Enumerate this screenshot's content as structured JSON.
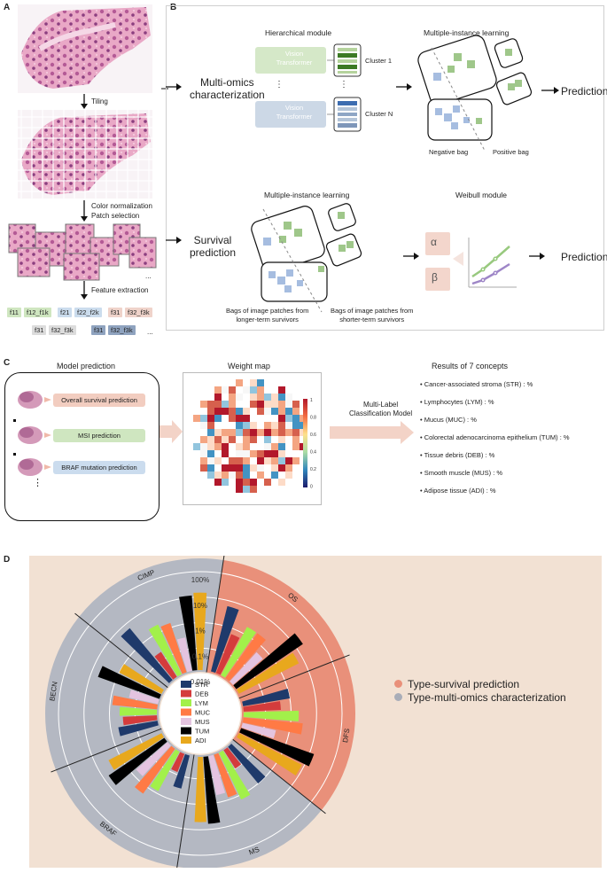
{
  "panels": {
    "a": "A",
    "b": "B",
    "c": "C",
    "d": "D"
  },
  "panel_a": {
    "tiling": "Tiling",
    "color_norm": "Color normalization",
    "patch_sel": "Patch selection",
    "feature_ext": "Feature extraction",
    "ellipsis": "...",
    "features_row1": [
      "f11",
      "f12_f1k",
      "f21",
      "f22_f2k",
      "f31",
      "f32_f3k"
    ],
    "features_row2": [
      "f31",
      "f32_f3k",
      "f31",
      "f32_f3k",
      "..."
    ]
  },
  "panel_b": {
    "multi_omics": "Multi-omics\ncharacterization",
    "survival": "Survival\nprediction",
    "hier_title": "Hierarchical module",
    "mil_title_top": "Multiple-instance learning",
    "vt1": "Vision\nTransformer",
    "vt2": "Vision\nTransformer",
    "cluster1": "Cluster 1",
    "clusterN": "Cluster N",
    "dots": "⋮",
    "neg_bag": "Negative bag",
    "pos_bag": "Positive bag",
    "prediction_top": "Prediction",
    "mil_title_bottom": "Multiple-instance learning",
    "weibull_title": "Weibull module",
    "alpha": "α",
    "beta": "β",
    "prediction_bottom": "Prediction",
    "bags_long": "Bags of image patches from\nlonger-term survivors",
    "bags_short": "Bags of image patches from\nshorter-term survivors"
  },
  "panel_c": {
    "model_pred": "Model prediction",
    "weight_map": "Weight map",
    "box_os": "Overall survival prediction",
    "box_msi": "MSI prediction",
    "box_braf": "BRAF mutation prediction",
    "dots": "⋮",
    "colorbar_ticks": [
      "1",
      "0.8",
      "0.6",
      "0.4",
      "0.2",
      "0"
    ],
    "classifier": "Multi-Label\nClassification Model",
    "results_title": "Results of 7 concepts",
    "concepts": [
      "Cancer-associated stroma (STR) : %",
      "Lymphocytes (LYM) : %",
      "Mucus (MUC) : %",
      "Colorectal adenocarcinoma epithelium (TUM) : %",
      "Tissue debris (DEB) : %",
      "Smooth muscle (MUS) : %",
      "Adipose tissue (ADI) : %"
    ]
  },
  "panel_d": {
    "radial_ticks": [
      "100%",
      "10%",
      "1%",
      "0.1%",
      "0.01%"
    ],
    "series": [
      {
        "name": "STR",
        "color": "#1f3a6b"
      },
      {
        "name": "DEB",
        "color": "#d43c3c"
      },
      {
        "name": "LYM",
        "color": "#a2f04a"
      },
      {
        "name": "MUC",
        "color": "#ff7a45"
      },
      {
        "name": "MUS",
        "color": "#e4c4e0"
      },
      {
        "name": "TUM",
        "color": "#000000"
      },
      {
        "name": "ADI",
        "color": "#e8a81d"
      }
    ],
    "groups": [
      {
        "label": "OS",
        "type": "survival"
      },
      {
        "label": "DFS",
        "type": "survival"
      },
      {
        "label": "MS",
        "type": "omics"
      },
      {
        "label": "BRAF",
        "type": "omics"
      },
      {
        "label": "BECN",
        "type": "omics"
      },
      {
        "label": "CIMP",
        "type": "omics"
      }
    ],
    "legend": [
      {
        "label": "Type-survival prediction",
        "color": "#e9907a"
      },
      {
        "label": "Type-multi-omics characterization",
        "color": "#a9adb8"
      }
    ]
  },
  "chart_data": {
    "type": "bar",
    "title": "",
    "scale": "log",
    "ylim_labels": [
      "0.01%",
      "100%"
    ],
    "categories": [
      "OS",
      "DFS",
      "MS",
      "BRAF",
      "BECN",
      "CIMP"
    ],
    "series": [
      {
        "name": "STR",
        "values": [
          6,
          1,
          1,
          0.3,
          0.5,
          6
        ]
      },
      {
        "name": "DEB",
        "values": [
          0.6,
          0.4,
          0.1,
          0.08,
          0.3,
          0.2
        ]
      },
      {
        "name": "LYM",
        "values": [
          2,
          2,
          1.5,
          0.8,
          0.4,
          2
        ]
      },
      {
        "name": "MUC",
        "values": [
          2,
          3,
          0.8,
          2,
          0.8,
          1.5
        ]
      },
      {
        "name": "MUS",
        "values": [
          0.5,
          0.3,
          0.5,
          0.6,
          0.2,
          0.3
        ]
      },
      {
        "name": "TUM",
        "values": [
          20,
          15,
          6,
          6,
          5,
          12
        ]
      },
      {
        "name": "ADI",
        "values": [
          6,
          8,
          5,
          3,
          1,
          15
        ]
      }
    ]
  }
}
